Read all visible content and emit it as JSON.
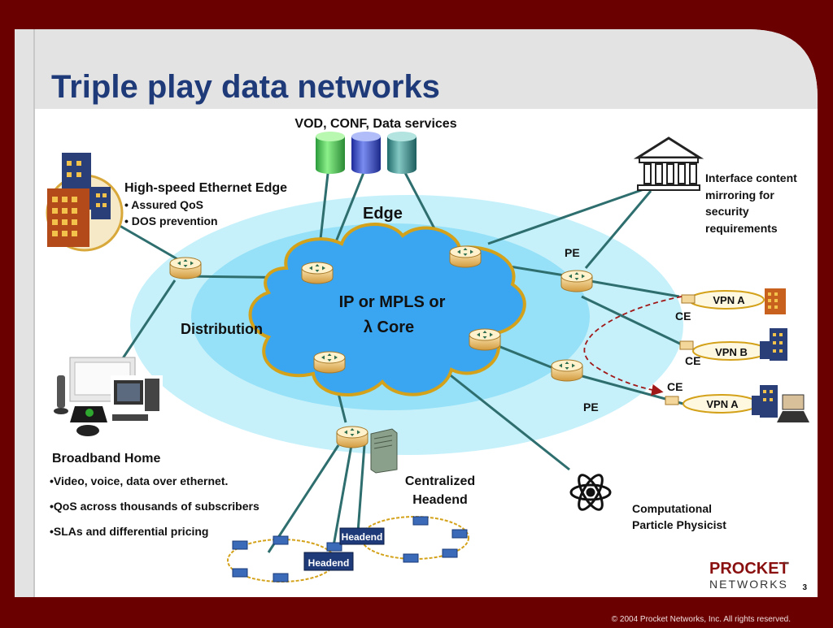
{
  "title": "Triple play data networks",
  "page_number": "3",
  "copyright": "© 2004 Procket Networks, Inc. All rights reserved.",
  "logo": {
    "line1": "PROCKET",
    "tm": "™",
    "line2": "NETWORKS"
  },
  "diagram": {
    "vod_label": "VOD, CONF, Data services",
    "edge_label": "Edge",
    "distribution_label": "Distribution",
    "core_label_line1": "IP or MPLS or",
    "core_label_line2": "λ Core",
    "ethernet_edge": {
      "heading": "High-speed Ethernet Edge",
      "bullets": [
        "• Assured QoS",
        "• DOS prevention"
      ]
    },
    "interface_content": [
      "Interface content",
      "mirroring for",
      "security",
      "requirements"
    ],
    "pe_top": "PE",
    "pe_bottom": "PE",
    "ce_labels": [
      "CE",
      "CE",
      "CE"
    ],
    "vpn_labels": [
      "VPN A",
      "VPN B",
      "VPN A"
    ],
    "broadband_home": {
      "heading": "Broadband Home",
      "bullets": [
        "•Video, voice, data over ethernet.",
        "•QoS across thousands of subscribers",
        "•SLAs and differential pricing"
      ]
    },
    "centralized_headend": [
      "Centralized",
      "Headend"
    ],
    "headend_labels": [
      "Headend",
      "Headend"
    ],
    "physicist": [
      "Computational",
      "Particle Physicist"
    ]
  },
  "colors": {
    "border": "#6b0000",
    "title": "#1f3a78",
    "ring_outer": "#c6f1fb",
    "ring_inner": "#96e1f7",
    "cloud": "#3aa5f0",
    "cloud_outline": "#d4a21a",
    "link": "#2e6e6e",
    "router": "#e9c37a"
  },
  "icons": {
    "router": "router-icon",
    "database": "database-icon",
    "government": "government-building-icon",
    "building": "office-building-icon",
    "atom": "atom-icon",
    "server": "server-icon",
    "home_equipment": "home-equipment-icon"
  }
}
